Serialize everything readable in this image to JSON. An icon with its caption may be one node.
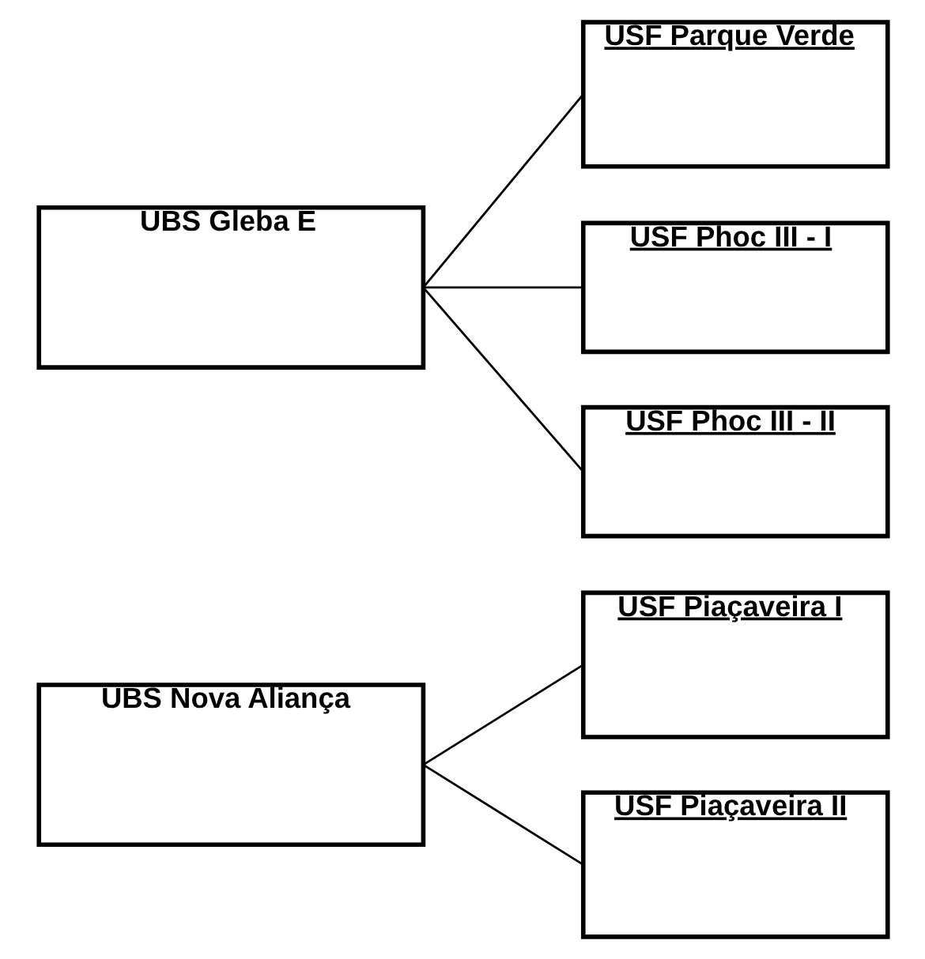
{
  "diagram": {
    "nodes": [
      {
        "text": [
          "UBS Nova Aliança"
        ]
      },
      {
        "text": [
          "USF Piaçaveira I"
        ]
      },
      {
        "text": [
          "USF Piaçaveira II"
        ]
      },
      {
        "text": [
          "UBS Gleba E"
        ]
      },
      {
        "text": [
          "USF Parque Verde"
        ]
      },
      {
        "text": [
          "USF Phoc III - I"
        ]
      },
      {
        "text": [
          "USF Phoc III - II"
        ]
      }
    ],
    "edges": [
      {
        "from": 0,
        "to": 1,
        "arrow": "none"
      },
      {
        "from": 0,
        "to": 2,
        "arrow": "none"
      },
      {
        "from": 3,
        "to": 4,
        "arrow": "none"
      },
      {
        "from": 3,
        "to": 5,
        "arrow": "none"
      },
      {
        "from": 3,
        "to": 6,
        "arrow": "none"
      }
    ]
  }
}
